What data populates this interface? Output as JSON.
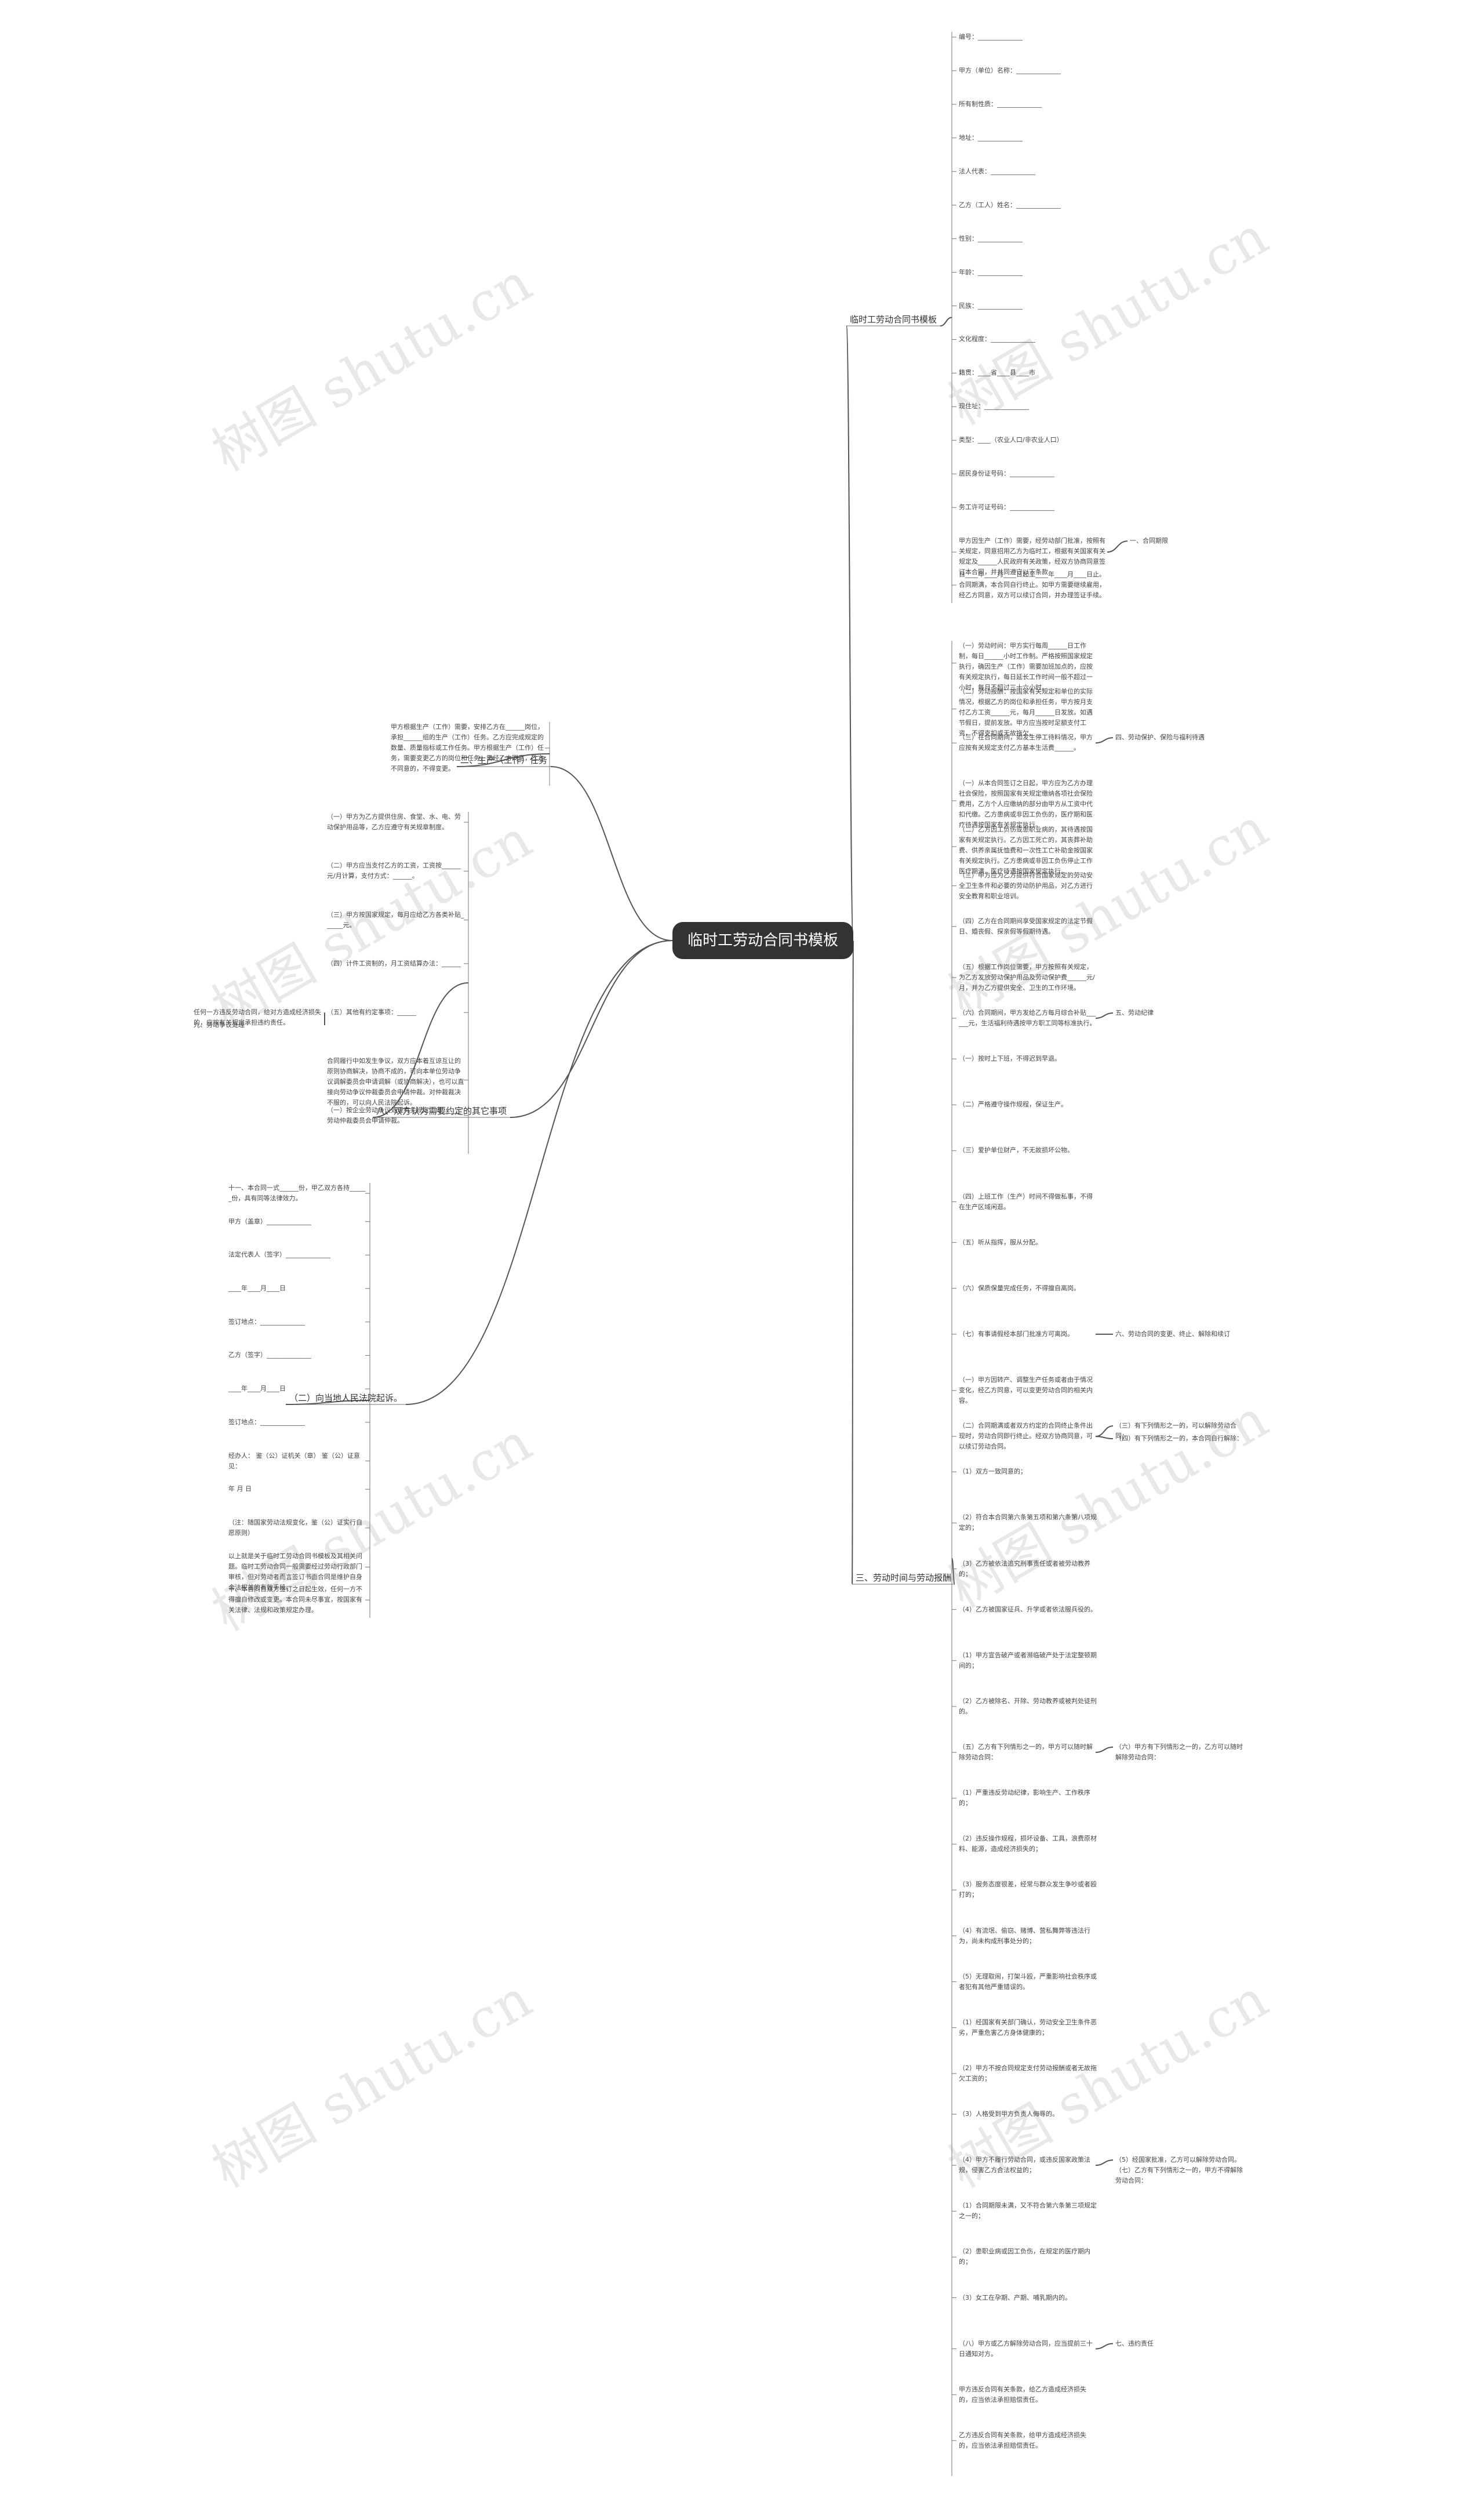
{
  "root": "临时工劳动合同书模板",
  "watermark": "树图 shutu.cn",
  "branches": [
    {
      "id": "b1",
      "label": "临时工劳动合同书模板",
      "children": [
        {
          "text": "编号：______________"
        },
        {
          "text": "甲方（单位）名称：______________"
        },
        {
          "text": "所有制性质：______________"
        },
        {
          "text": "地址：______________"
        },
        {
          "text": "法人代表：______________"
        },
        {
          "text": "乙方（工人）姓名：______________"
        },
        {
          "text": "性别：______________"
        },
        {
          "text": "年龄：______________"
        },
        {
          "text": "民族：______________"
        },
        {
          "text": "文化程度：______________"
        },
        {
          "text": "籍贯：____省____县____市"
        },
        {
          "text": "现住址：______________"
        },
        {
          "text": "类型：____（农业人口/非农业人口）"
        },
        {
          "text": "居民身份证号码：______________"
        },
        {
          "text": "务工许可证号码：______________"
        },
        {
          "text": "甲方因生产（工作）需要，经劳动部门批准，按照有关规定，同意招用乙方为临时工，根据有关国家有关规定及______人民政府有关政策，经双方协商同意签订本合同，并共同遵守以下条款",
          "sub": [
            "一、合同期限"
          ]
        },
        {
          "text": "自____年____月____日起至____年____月____日止。合同期满，本合同自行终止。如甲方需要继续雇用，经乙方同意，双方可以续订合同，并办理签证手续。"
        }
      ]
    },
    {
      "id": "b2",
      "label": "二、生产（工作）任务",
      "children": [
        {
          "text": "甲方根据生产（工作）需要，安排乙方在______岗位，承担______组的生产（工作）任务。乙方应完成规定的数量、质量指标或工作任务。甲方根据生产（工作）任务，需要变更乙方的岗位和任务，需经乙方同意，乙方不同意的，不得变更。"
        }
      ]
    },
    {
      "id": "b3",
      "label": "八、双方认为需要约定的其它事项",
      "children": [
        {
          "text": "（一）甲方为乙方提供住房、食堂、水、电、劳动保护用品等，乙方应遵守有关规章制度。"
        },
        {
          "text": "（二）甲方应当支付乙方的工资，工资按______元/月计算，支付方式：______。"
        },
        {
          "text": "（三）甲方按国家规定，每月应给乙方各类补贴______元。"
        },
        {
          "text": "（四）计件工资制的，月工资结算办法：______"
        },
        {
          "text": "（五）其他有约定事项：______",
          "sub": [
            "任何一方违反劳动合同，给对方造成经济损失的，应按有关规定承担违约责任。",
            "九、劳动争议处理"
          ]
        },
        {
          "text": "合同履行中如发生争议，双方应本着互谅互让的原则协商解决，协商不成的，可向本单位劳动争议调解委员会申请调解（或协商解决），也可以直接向劳动争议仲裁委员会申请仲裁。对仲裁裁决不服的，可以向人民法院起诉。"
        },
        {
          "text": "（一）按企业劳动争议处理有关规定，向______劳动仲裁委员会申请仲裁。"
        }
      ]
    },
    {
      "id": "b4",
      "label": "（二）向当地人民法院起诉。",
      "children": [
        {
          "text": "十一、本合同一式______份，甲乙双方各持______份，具有同等法律效力。"
        },
        {
          "text": "甲方（盖章）______________"
        },
        {
          "text": "法定代表人（签字）______________"
        },
        {
          "text": "____年____月____日"
        },
        {
          "text": "签订地点：______________"
        },
        {
          "text": "乙方（签字）______________"
        },
        {
          "text": "____年____月____日"
        },
        {
          "text": "签订地点：______________"
        },
        {
          "text": "经办人：    鉴（公）证机关（章）    鉴（公）证意见："
        },
        {
          "text": "年  月  日"
        },
        {
          "text": "（注：随国家劳动法规变化，鉴（公）证实行自愿原则）"
        },
        {
          "text": "以上就是关于临时工劳动合同书模板及其相关问题。临时工劳动合同一般需要经过劳动行政部门审核，但对劳动者而言签订书面合同是维护自身合法权益的有效手段。"
        },
        {
          "text": "十、本合同自双方签订之日起生效，任何一方不得擅自修改或变更。本合同未尽事宜，按国家有关法律、法规和政策规定办理。"
        }
      ]
    },
    {
      "id": "b5",
      "label": "三、劳动时间与劳动报酬",
      "children": [
        {
          "text": "（一）劳动时间：甲方实行每周______日工作制，每日______小时工作制。严格按照国家规定执行，确因生产（工作）需要加班加点的，应按有关规定执行，每日延长工作时间一般不超过一小时，每月不超过三十六小时。"
        },
        {
          "text": "（二）劳动报酬：按国家有关规定和单位的实际情况，根据乙方的岗位和承担任务，甲方按月支付乙方工资______元，每月______日发放。如遇节假日，提前发放。甲方应当按时足额支付工资，不得克扣或无故拖欠。"
        },
        {
          "text": "（三）在合同期间，如发生停工待料情况，甲方应按有关规定支付乙方基本生活费______。",
          "sub": [
            "四、劳动保护、保险与福利待遇"
          ]
        },
        {
          "text": "（一）从本合同签订之日起，甲方应为乙方办理社会保险，按照国家有关规定缴纳各项社会保险费用，乙方个人应缴纳的部分由甲方从工资中代扣代缴。乙方患病或非因工负伤的，医疗期和医疗待遇按国家有关规定执行。"
        },
        {
          "text": "（二）乙方因工负伤或患职业病的，其待遇按国家有关规定执行。乙方因工死亡的，其丧葬补助费、供养亲属抚恤费和一次性工亡补助金按国家有关规定执行。乙方患病或非因工负伤停止工作医疗期满，医疗待遇按国家规定执行。"
        },
        {
          "text": "（三）甲方应为乙方提供符合国家规定的劳动安全卫生条件和必要的劳动防护用品，对乙方进行安全教育和职业培训。"
        },
        {
          "text": "（四）乙方在合同期间享受国家规定的法定节假日、婚丧假、探亲假等假期待遇。"
        },
        {
          "text": "（五）根据工作岗位需要，甲方按照有关规定，为乙方发放劳动保护用品及劳动保护费______元/月，并为乙方提供安全、卫生的工作环境。"
        },
        {
          "text": "（六）合同期间，甲方发给乙方每月综合补贴______元，生活福利待遇按甲方职工同等标准执行。",
          "sub": [
            "五、劳动纪律"
          ]
        },
        {
          "text": "（一）按时上下班，不得迟到早退。"
        },
        {
          "text": "（二）严格遵守操作规程，保证生产。"
        },
        {
          "text": "（三）爱护单位财产，不无故损坏公物。"
        },
        {
          "text": "（四）上班工作（生产）时间不得做私事，不得在生产区域闲逛。"
        },
        {
          "text": "（五）听从指挥，服从分配。"
        },
        {
          "text": "（六）保质保量完成任务，不得擅自离岗。"
        },
        {
          "text": "（七）有事请假经本部门批准方可离岗。",
          "sub": [
            "六、劳动合同的变更、终止、解除和续订"
          ]
        },
        {
          "text": "（一）甲方因转产、调整生产任务或者由于情况变化，经乙方同意，可以变更劳动合同的相关内容。"
        },
        {
          "text": "（二）合同期满或者双方约定的合同终止条件出现时，劳动合同即行终止。经双方协商同意，可以续订劳动合同。",
          "sub": [
            "（三）有下列情形之一的，可以解除劳动合同：",
            "（四）有下列情形之一的，本合同自行解除："
          ]
        },
        {
          "text": "（1）双方一致同意的；"
        },
        {
          "text": "（2）符合本合同第六条第五项和第六条第八项规定的；"
        },
        {
          "text": "（3）乙方被依法追究刑事责任或者被劳动教养的；"
        },
        {
          "text": "（4）乙方被国家征兵、升学或者依法服兵役的。"
        },
        {
          "text": "（1）甲方宣告破产或者濒临破产处于法定整顿期间的；"
        },
        {
          "text": "（2）乙方被除名、开除、劳动教养或被判处徒刑的。"
        },
        {
          "text": "（五）乙方有下列情形之一的，甲方可以随时解除劳动合同：",
          "sub": [
            "（六）甲方有下列情形之一的，乙方可以随时解除劳动合同："
          ]
        },
        {
          "text": "（1）严重违反劳动纪律，影响生产、工作秩序的；"
        },
        {
          "text": "（2）违反操作规程，损坏设备、工具，浪费原材料、能源，造成经济损失的；"
        },
        {
          "text": "（3）服务态度很差，经常与群众发生争吵或者殴打的；"
        },
        {
          "text": "（4）有流氓、偷窃、赌博、营私舞弊等违法行为，尚未构成刑事处分的；"
        },
        {
          "text": "（5）无理取闹，打架斗殴，严重影响社会秩序或者犯有其他严重错误的。"
        },
        {
          "text": "（1）经国家有关部门确认，劳动安全卫生条件恶劣，严重危害乙方身体健康的；"
        },
        {
          "text": "（2）甲方不按合同规定支付劳动报酬或者无故拖欠工资的；"
        },
        {
          "text": "（3）人格受到甲方负责人侮辱的。"
        },
        {
          "text": "（4）甲方不履行劳动合同，或违反国家政策法规，侵害乙方合法权益的；",
          "sub": [
            "（5）经国家批准，乙方可以解除劳动合同。（七）乙方有下列情形之一的，甲方不得解除劳动合同："
          ]
        },
        {
          "text": "（1）合同期限未满，又不符合第六条第三项规定之一的；"
        },
        {
          "text": "（2）患职业病或因工负伤，在规定的医疗期内的；"
        },
        {
          "text": "（3）女工在孕期、产期、哺乳期内的。"
        },
        {
          "text": "（八）甲方或乙方解除劳动合同，应当提前三十日通知对方。",
          "sub": [
            "七、违约责任"
          ]
        },
        {
          "text": "甲方违反合同有关条款，给乙方造成经济损失的，应当依法承担赔偿责任。"
        },
        {
          "text": "乙方违反合同有关条款，给甲方造成经济损失的，应当依法承担赔偿责任。"
        }
      ]
    }
  ]
}
